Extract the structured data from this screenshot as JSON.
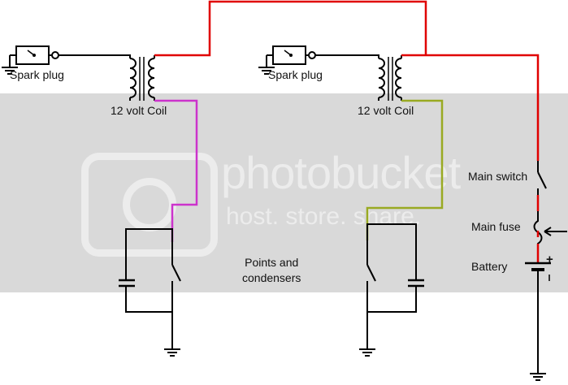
{
  "labels": {
    "spark_plug_left": "Spark plug",
    "spark_plug_right": "Spark plug",
    "coil_left": "12 volt Coil",
    "coil_right": "12 volt Coil",
    "points_line1": "Points and",
    "points_line2": "condensers",
    "main_switch": "Main switch",
    "main_fuse": "Main fuse",
    "battery": "Battery",
    "battery_plus": "+"
  },
  "watermark": {
    "line1": "photobucket",
    "line2": "host. store. share."
  },
  "colors": {
    "positive_wire": "#e00000",
    "left_points_wire": "#cc33cc",
    "right_points_wire": "#99aa22",
    "black_wire": "#000000",
    "band": "#d9d9d9"
  }
}
